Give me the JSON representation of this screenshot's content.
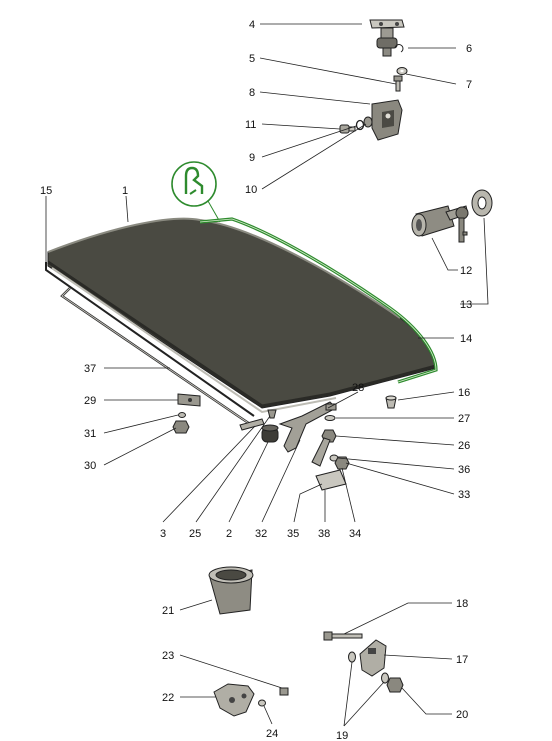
{
  "labels": {
    "p1": "1",
    "p2": "2",
    "p3": "3",
    "p4": "4",
    "p5": "5",
    "p6": "6",
    "p7": "7",
    "p8": "8",
    "p9": "9",
    "p10": "10",
    "p11": "11",
    "p12": "12",
    "p13": "13",
    "p14": "14",
    "p15": "15",
    "p16": "16",
    "p17": "17",
    "p18": "18",
    "p19": "19",
    "p20": "20",
    "p21": "21",
    "p22": "22",
    "p23": "23",
    "p24": "24",
    "p25": "25",
    "p26": "26",
    "p27": "27",
    "p28": "28",
    "p29": "29",
    "p30": "30",
    "p31": "31",
    "p32": "32",
    "p33": "33",
    "p34": "34",
    "p35": "35",
    "p36": "36",
    "p37": "37",
    "p38": "38"
  },
  "colors": {
    "highlight": "#2e8b2e",
    "lid": "#4a4a42",
    "lid_edge": "#8a8a80",
    "metal": "#b9b7ae",
    "ink": "#222222"
  },
  "icons": {
    "seal_callout": "seal-profile-icon"
  }
}
